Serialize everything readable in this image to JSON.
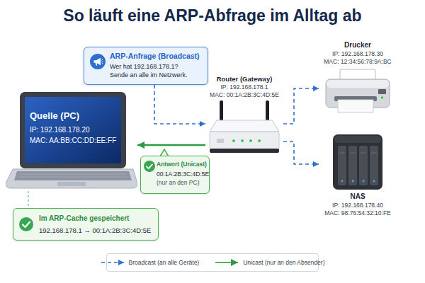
{
  "diagram": {
    "title": "So läuft eine ARP-Abfrage im Alltag ab",
    "nodes": [
      {
        "text": [
          "ARP-Anfrage (Broadcast)",
          "Wer hat 192.168.178.1?",
          "Sende an alle im Netzwerk."
        ]
      },
      {
        "text": [
          "Drucker",
          "IP: 192.168.178.30",
          "MAC: 12:34:56:78:9A:BC"
        ]
      },
      {
        "text": [
          "Router (Gateway)",
          "IP: 192.168.178.1",
          "MAC: 00:1A:2B:3C:4D:5E"
        ]
      },
      {
        "text": [
          "Quelle (PC)",
          "IP: 192.168.178.20",
          "MAC: AA:BB:CC:DD:EE:FF"
        ]
      },
      {
        "text": [
          "Antwort (Unicast)",
          "00:1A:2B:3C:4D:5E",
          "(nur an den PC)"
        ]
      },
      {
        "text": [
          "NAS",
          "IP: 192.168.178.40",
          "MAC: 98:76:54:32:10:FE"
        ]
      },
      {
        "text": [
          "Im ARP-Cache gespeichert",
          "192.168.178.1 → 00:1A:2B:3C:4D:5E"
        ]
      }
    ],
    "edges": [
      {
        "from": 0,
        "to": 2,
        "arrow": "to"
      },
      {
        "from": 2,
        "to": 1,
        "arrow": "to"
      },
      {
        "from": 2,
        "to": 5,
        "arrow": "to"
      },
      {
        "from": 2,
        "to": 3,
        "arrow": "to"
      },
      {
        "from": 3,
        "to": 6,
        "arrow": "none"
      }
    ],
    "legend": [
      {
        "text": "Broadcast (an alle Geräte)"
      },
      {
        "text": "Unicast (nur an den Absender)"
      }
    ]
  }
}
